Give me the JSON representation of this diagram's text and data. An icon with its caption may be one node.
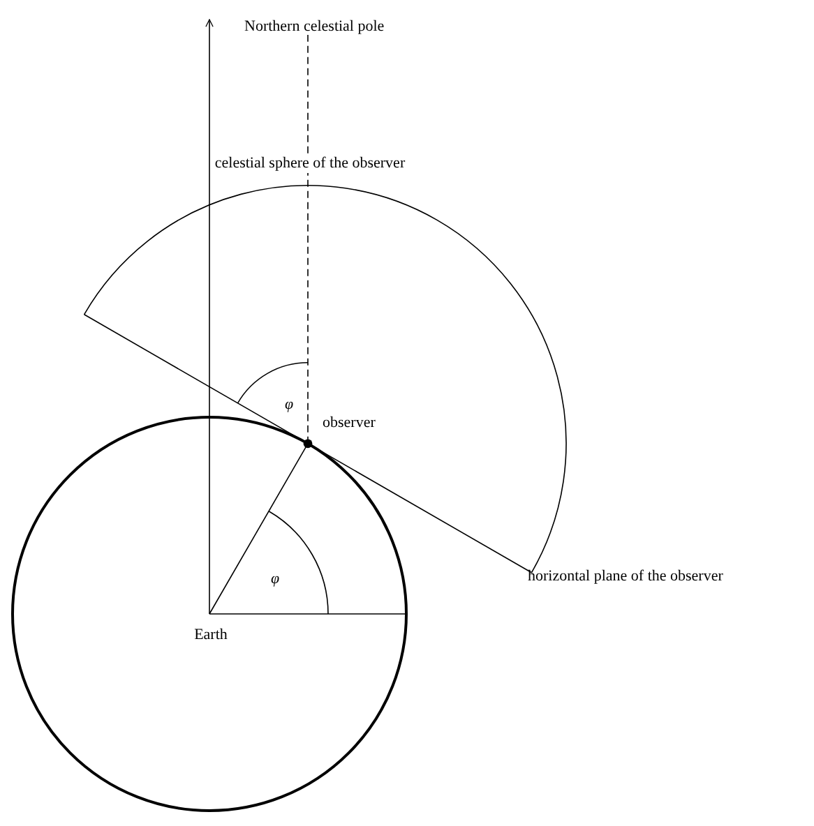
{
  "diagram": {
    "labels": [
      "Northern celestial pole",
      "celestial sphere of the observer",
      "φ",
      "observer",
      "φ",
      "horizontal plane of the observer",
      "Earth"
    ]
  }
}
